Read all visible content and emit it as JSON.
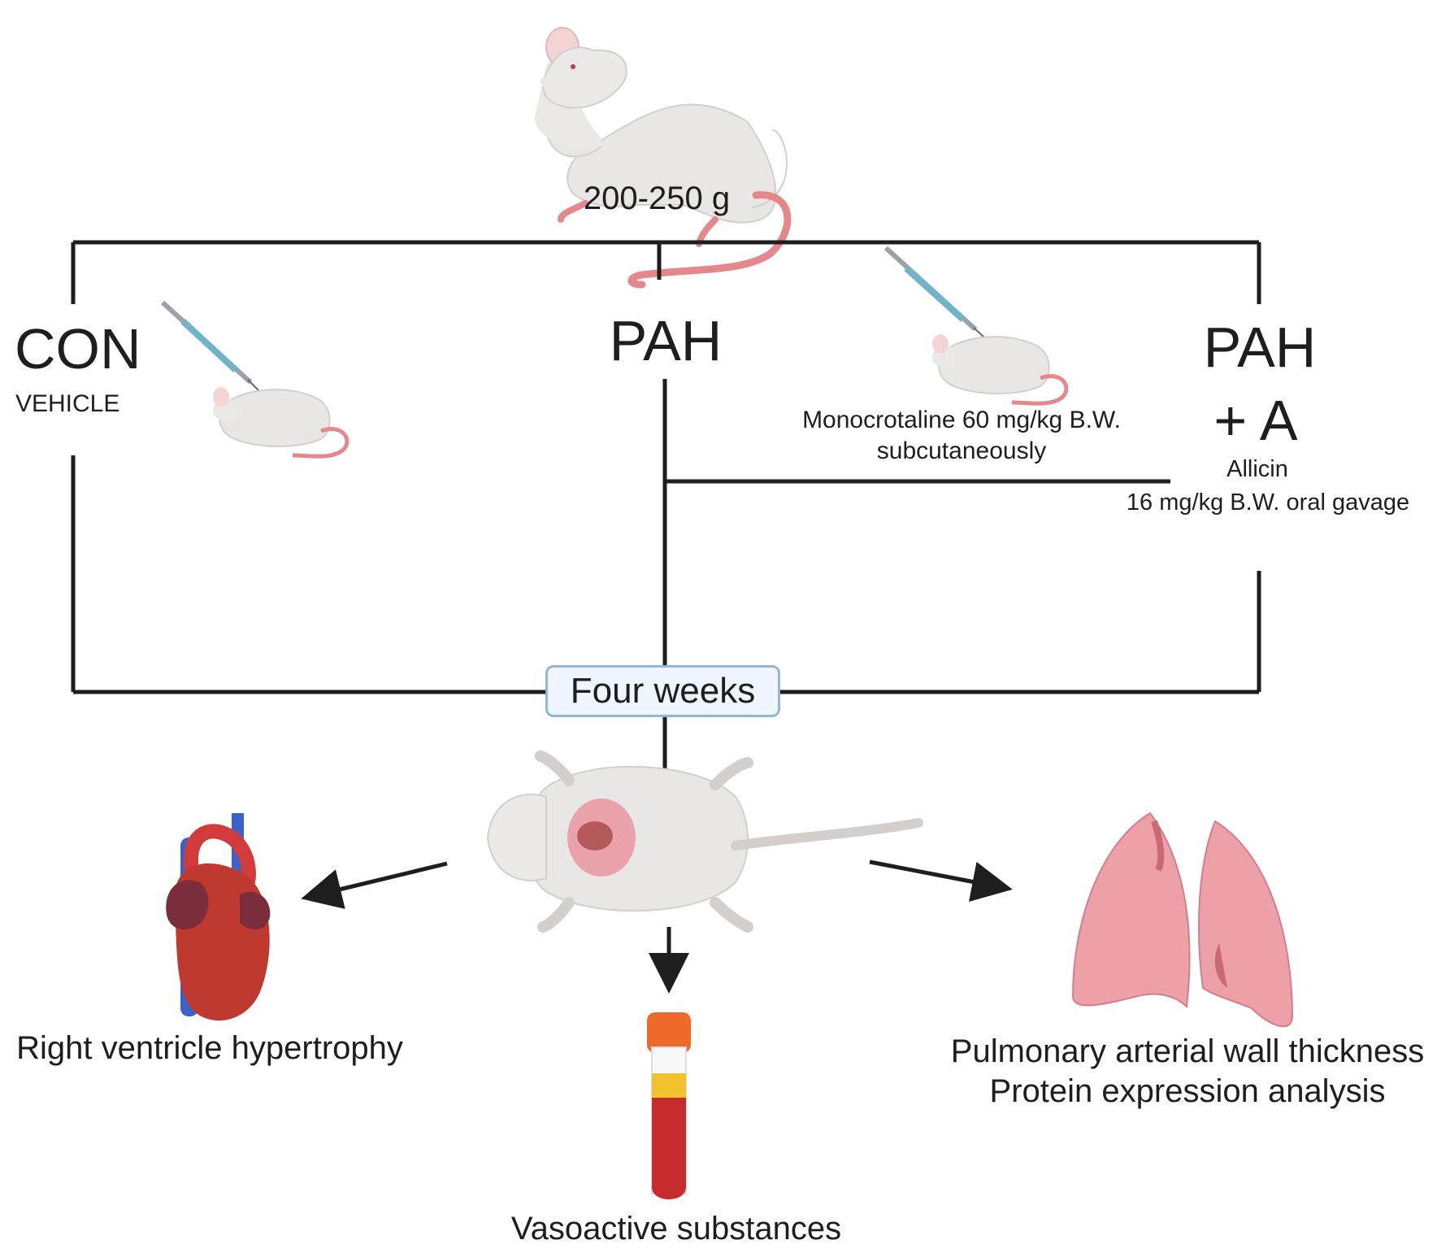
{
  "rat_weight": "200-250 g",
  "groups": {
    "con": {
      "label": "CON",
      "sublabel": "VEHICLE"
    },
    "pah": {
      "label": "PAH"
    },
    "pah_a": {
      "label_line1": "PAH",
      "label_line2": "+ A"
    }
  },
  "treatments": {
    "monocrotaline_line1": "Monocrotaline 60 mg/kg B.W.",
    "monocrotaline_line2": "subcutaneously",
    "allicin_line1": "Allicin",
    "allicin_line2": "16 mg/kg B.W. oral gavage"
  },
  "duration": "Four weeks",
  "outcomes": {
    "heart": "Right ventricle hypertrophy",
    "blood": "Vasoactive substances",
    "lung_line1": "Pulmonary arterial wall thickness",
    "lung_line2": "Protein expression analysis"
  },
  "colors": {
    "line": "#1e1e1e",
    "rat_body": "#e9e7e6",
    "rat_pink": "#e4888c",
    "heart_red": "#c0392f",
    "vessel_blue": "#3a62c9",
    "lung_pink": "#eea0a8",
    "tube_orange": "#ee6a2a",
    "blood_red": "#c72c2c",
    "plasma_yellow": "#f2c12e",
    "pill_border": "#93b6dc",
    "pill_fill": "#eef5fd"
  }
}
